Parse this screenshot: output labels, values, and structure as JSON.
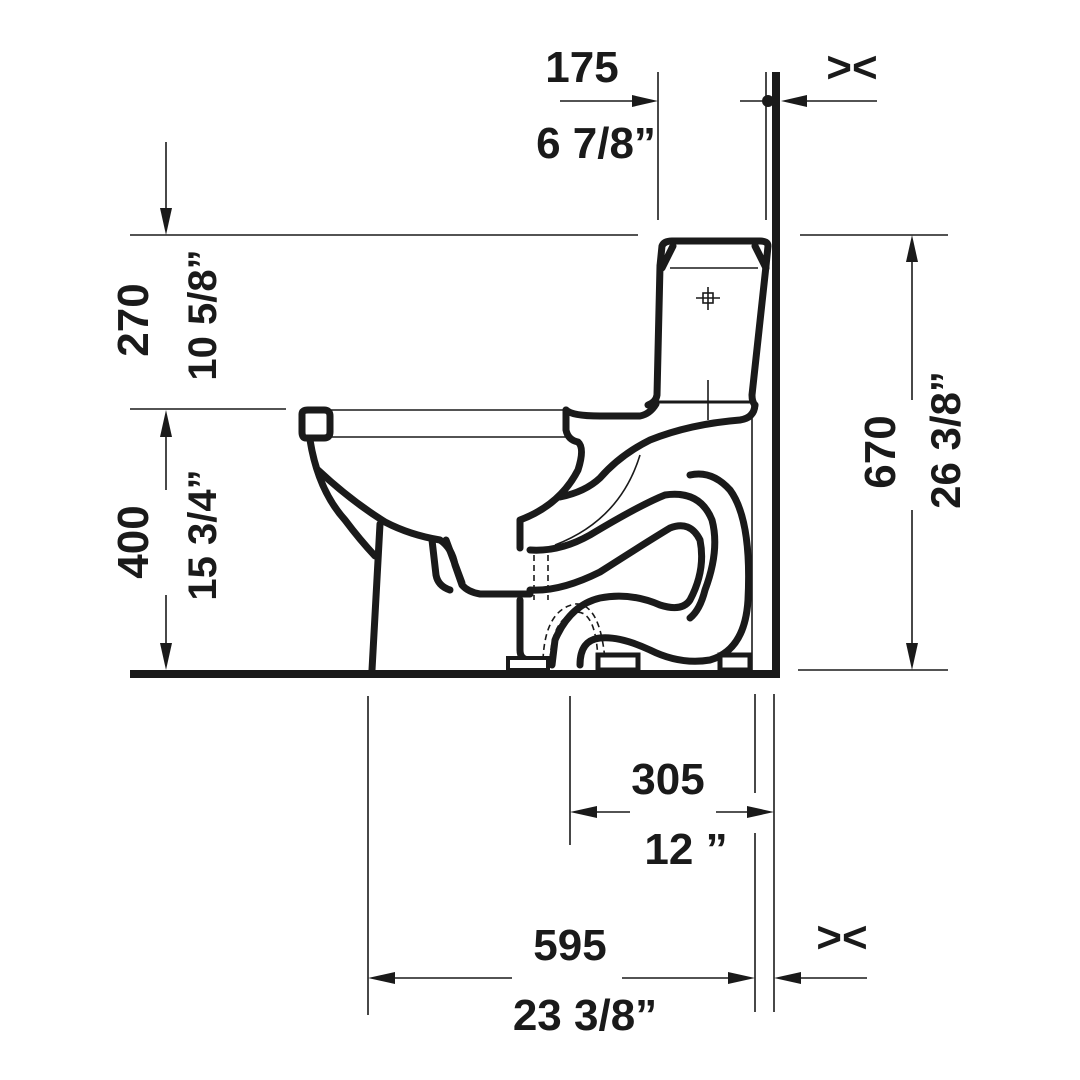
{
  "drawing": {
    "title": "One-piece toilet side elevation – dimension drawing",
    "colors": {
      "ink": "#1a1a1a",
      "background": "#ffffff"
    },
    "dimensions": {
      "tank_offset": {
        "mm": "175",
        "inch": "6 7/8”",
        "orientation": "horizontal"
      },
      "tank_height_above_seat": {
        "mm": "270",
        "inch": "10 5/8”",
        "orientation": "vertical"
      },
      "seat_height": {
        "mm": "400",
        "inch": "15 3/4”",
        "orientation": "vertical"
      },
      "overall_height": {
        "mm": "670",
        "inch": "26 3/8”",
        "orientation": "vertical"
      },
      "rough_in": {
        "mm": "305",
        "inch": "12 ”",
        "orientation": "horizontal"
      },
      "overall_depth": {
        "mm": "595",
        "inch": "23 3/8”",
        "orientation": "horizontal"
      }
    },
    "wall_gap_symbol_top": "><",
    "wall_gap_symbol_bottom": "><"
  }
}
